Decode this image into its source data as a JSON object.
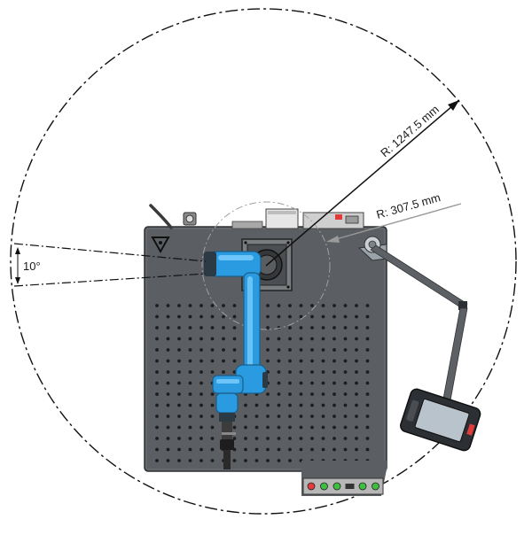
{
  "diagram": {
    "reach_radius_label": "R: 1247.5 mm",
    "inner_radius_label": "R: 307.5 mm",
    "angle_label": "10°"
  },
  "colors": {
    "table_plate": "#5b5e62",
    "plate_edge": "#2f3134",
    "hole": "#1c1d1f",
    "robot_blue": "#2a9be0",
    "robot_blue_light": "#7fd0ff",
    "robot_dark": "#2b3a44",
    "dim_line": "#111111",
    "inner_dim_line": "#9a9a9a",
    "panel": "#b7b7b7",
    "led_red": "#e23b3b",
    "led_green": "#3fbf3f"
  },
  "control_panel": {
    "indicators": [
      "red",
      "green",
      "green",
      "key",
      "green",
      "green"
    ]
  },
  "icons": {
    "table_corner_mark": "triangle-warning-icon",
    "key_switch": "key-switch-icon"
  }
}
